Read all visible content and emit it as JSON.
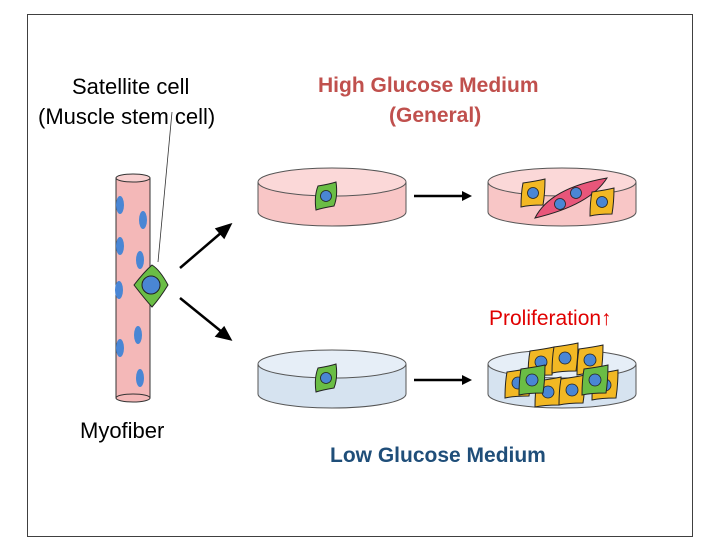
{
  "labels": {
    "satellite_line1": "Satellite cell",
    "satellite_line2": "(Muscle stem cell)",
    "myofiber": "Myofiber",
    "high_line1": "High Glucose Medium",
    "high_line2": "(General)",
    "low": "Low Glucose Medium",
    "proliferation": "Proliferation↑"
  },
  "colors": {
    "high_title": "#c0504d",
    "low_title": "#1f4e79",
    "proliferation": "#e00000",
    "fiber_fill": "#f4b8b8",
    "nucleus": "#4a86d4",
    "satellite_cell": "#6abd45",
    "daughter_cell": "#f2b824",
    "myotube": "#e8567a",
    "high_dish": "#f8c6c6",
    "low_dish": "#d6e3f0"
  }
}
